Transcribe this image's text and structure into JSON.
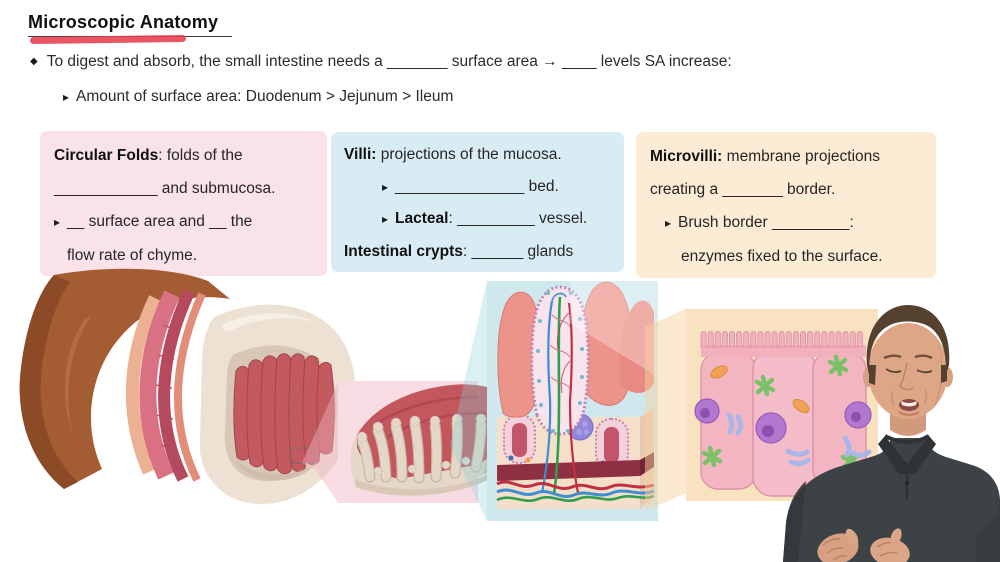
{
  "slide": {
    "background": "#ffffff",
    "title": {
      "text": "Microscopic Anatomy",
      "marker_color": "#e73e4e"
    },
    "notes": {
      "main_bullet_marker": "◆",
      "main_bullet": "To digest and absorb, the small intestine needs a _______ surface area  →  ____ levels SA increase:",
      "sub_bullet_marker": "▸",
      "sub_bullet": "Amount of surface area: Duodenum > Jejunum > Ileum"
    },
    "cards": {
      "circular_folds": {
        "background": "#f9e2e8",
        "title": "Circular Folds",
        "title_suffix": ": folds of the",
        "line2": "____________ and submucosa.",
        "bullet_marker": "▸",
        "line3": "__ surface area and __ the",
        "line4": "flow rate of chyme."
      },
      "villi": {
        "background": "#d9ecf4",
        "title": "Villi:",
        "title_suffix": " projections of the mucosa.",
        "bullet_marker": "▸",
        "line2": "_______________ bed.",
        "line3_term": "Lacteal",
        "line3_rest": ": _________ vessel.",
        "line4_term": "Intestinal crypts",
        "line4_rest": ": ______ glands"
      },
      "microvilli": {
        "background": "#fcecd5",
        "title": "Microvilli:",
        "title_suffix": " membrane projections",
        "line2": "creating a _______ border.",
        "bullet_marker": "▸",
        "line3": "Brush border _________:",
        "line4": "enzymes fixed to the surface."
      }
    }
  }
}
